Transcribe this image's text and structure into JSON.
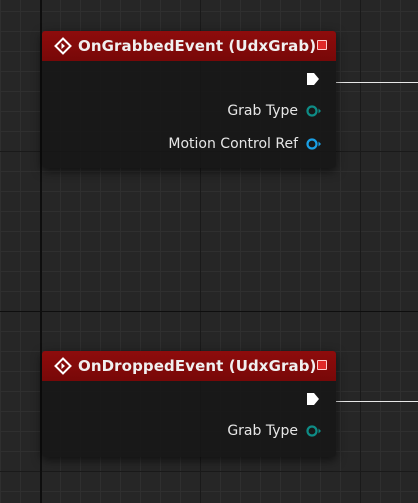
{
  "graph": {
    "nodes": [
      {
        "title": "OnGrabbedEvent (UdxGrab)",
        "header_color": "#8e0c0c",
        "icon": "event-diamond-icon",
        "delegate_icon": "delegate-square-icon",
        "exec_output": "exec-arrow-icon",
        "pins": [
          {
            "label": "Grab Type",
            "pin_color": "#0e8c86",
            "connected": false
          },
          {
            "label": "Motion Control Ref",
            "pin_color": "#1aa0e6",
            "connected": false
          }
        ]
      },
      {
        "title": "OnDroppedEvent (UdxGrab)",
        "header_color": "#8e0c0c",
        "icon": "event-diamond-icon",
        "delegate_icon": "delegate-square-icon",
        "exec_output": "exec-arrow-icon",
        "pins": [
          {
            "label": "Grab Type",
            "pin_color": "#0e8c86",
            "connected": false
          }
        ]
      }
    ],
    "wire_color": "#e8e8e8",
    "background_color": "#262626"
  }
}
